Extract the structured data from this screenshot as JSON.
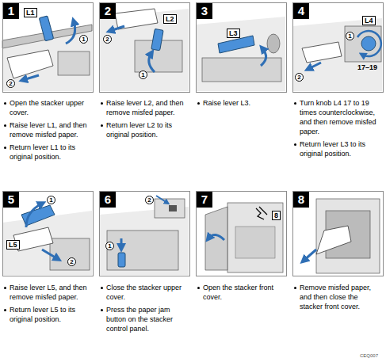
{
  "diagram": {
    "nodes": [
      {
        "text": [
          "1"
        ]
      },
      {
        "text": [
          "2"
        ]
      },
      {
        "text": [
          "3"
        ]
      },
      {
        "text": [
          "4"
        ]
      },
      {
        "text": [
          "5"
        ]
      },
      {
        "text": [
          "6"
        ]
      },
      {
        "text": [
          "7"
        ]
      },
      {
        "text": [
          "8"
        ]
      }
    ],
    "labels": [
      "L1",
      "1",
      "2",
      "Open the stacker upper cover.",
      "Raise lever L1, and then remove misfed paper.",
      "Return lever L1 to its original position.",
      "2",
      "L2",
      "1",
      "Raise lever L2, and then remove misfed paper.",
      "Return lever L2 to its original position.",
      "L3",
      "Raise lever L3.",
      "L4",
      "1",
      "17–19",
      "2",
      "Turn knob L4 17 to 19 times counterclockwise, and then remove misfed paper.",
      "Return lever L3 to its original position.",
      "1",
      "L5",
      "2",
      "Raise lever L5, and then remove misfed paper.",
      "Return lever L5 to its original position.",
      "2",
      "1",
      "Close the stacker upper cover.",
      "Press the paper jam button on the stacker control panel.",
      "8",
      "Open the stacker front cover.",
      "Remove misfed paper, and then close the stacker front cover.",
      "CEQ007"
    ]
  }
}
